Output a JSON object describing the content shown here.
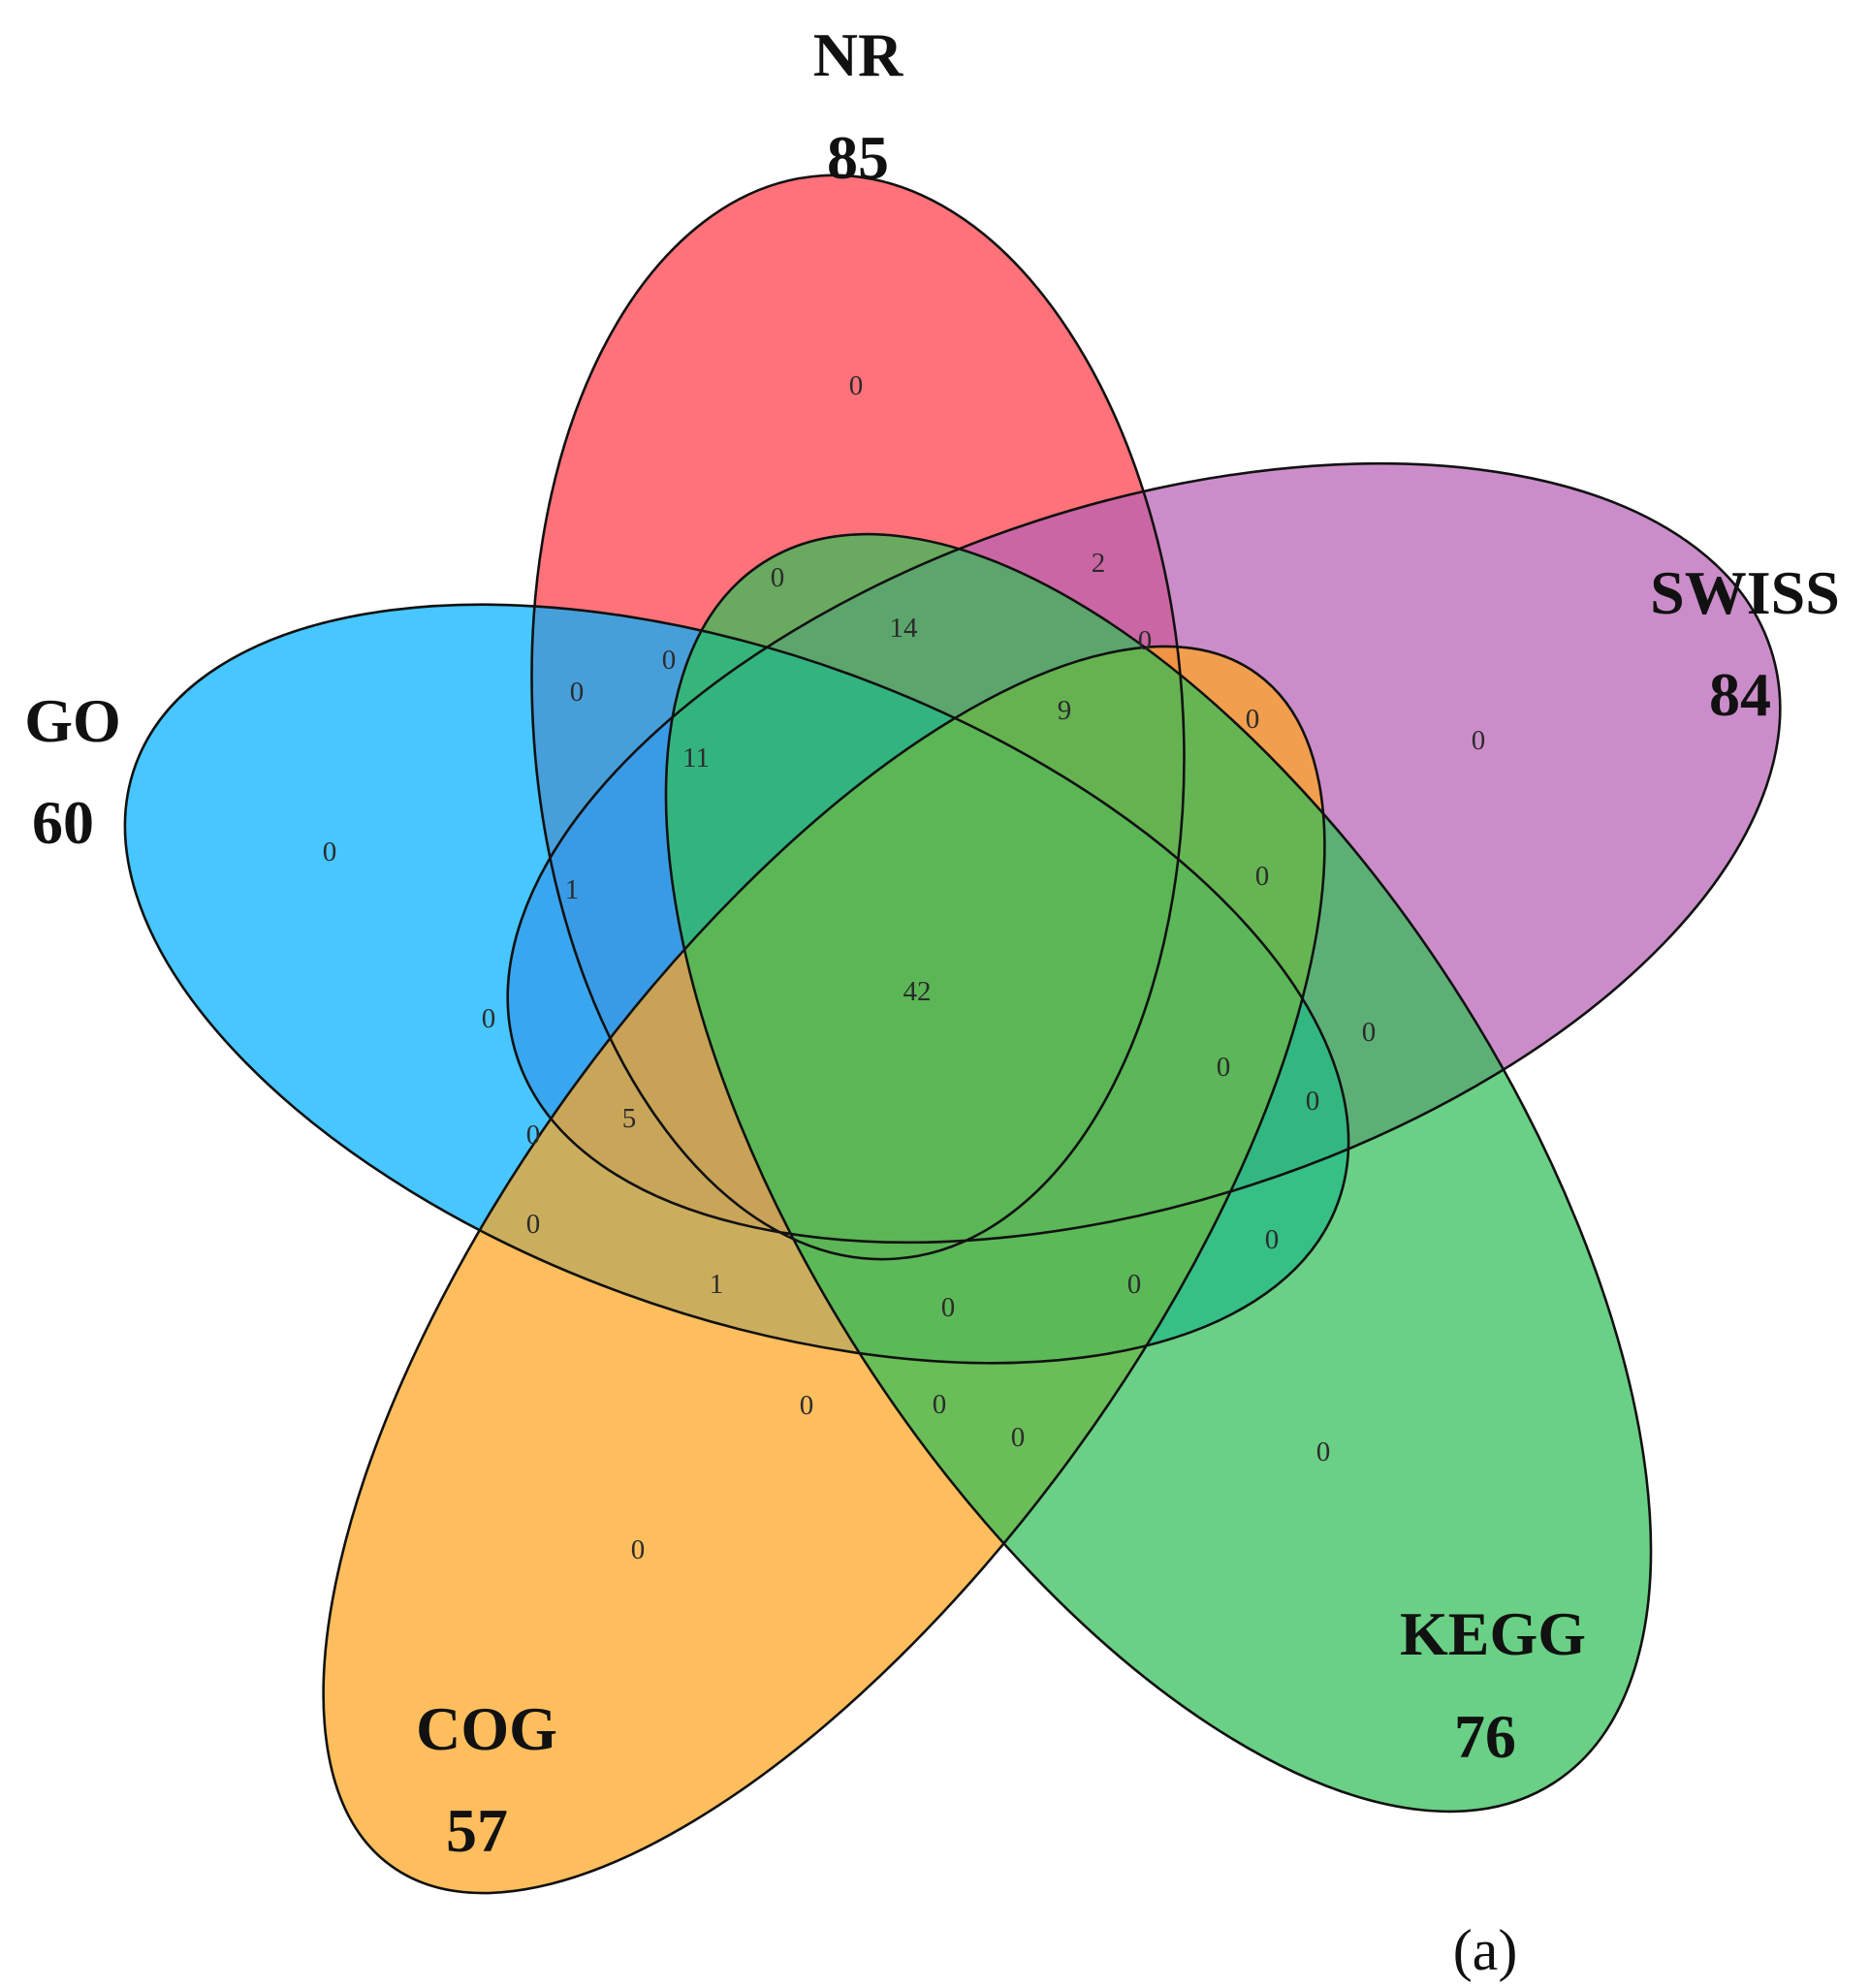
{
  "sets": [
    {
      "name": "NR",
      "total": "85",
      "color": "#ff3b47"
    },
    {
      "name": "SWISS",
      "total": "84",
      "color": "#b761b4"
    },
    {
      "name": "GO",
      "total": "60",
      "color": "#00b0ff"
    },
    {
      "name": "COG",
      "total": "57",
      "color": "#ffa51f"
    },
    {
      "name": "KEGG",
      "total": "76",
      "color": "#31be56"
    }
  ],
  "regions": [
    "0",
    "2",
    "0",
    "14",
    "0",
    "0",
    "0",
    "0",
    "9",
    "0",
    "11",
    "0",
    "0",
    "1",
    "0",
    "42",
    "0",
    "0",
    "5",
    "0",
    "0",
    "0",
    "0",
    "0",
    "1",
    "0",
    "0",
    "0",
    "0",
    "0",
    "0"
  ],
  "panel_label": "(a)"
}
